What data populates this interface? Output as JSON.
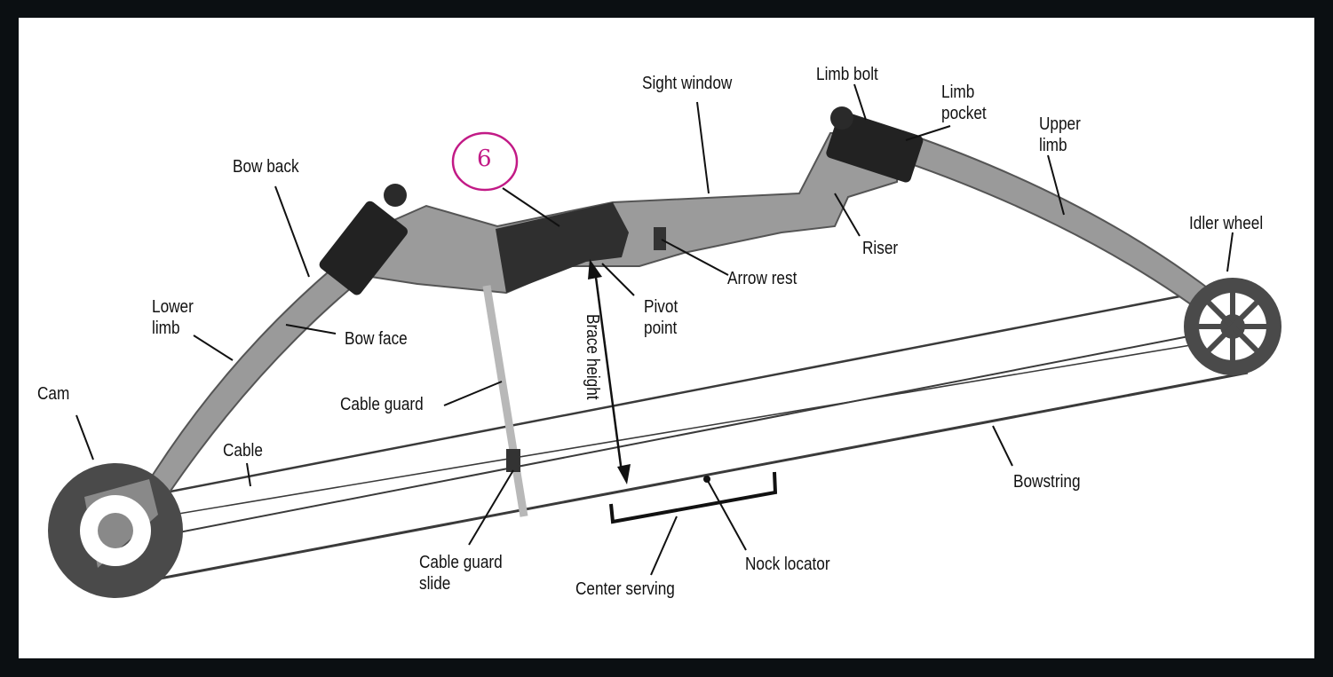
{
  "diagram": {
    "labels": {
      "sight_window": "Sight window",
      "limb_bolt": "Limb bolt",
      "limb_pocket": "Limb\npocket",
      "upper_limb": "Upper\nlimb",
      "bow_back": "Bow back",
      "idler_wheel": "Idler wheel",
      "riser": "Riser",
      "arrow_rest": "Arrow rest",
      "pivot_point": "Pivot\npoint",
      "lower_limb": "Lower\nlimb",
      "bow_face": "Bow face",
      "cam": "Cam",
      "cable_guard": "Cable guard",
      "brace_height": "Brace height",
      "cable": "Cable",
      "bowstring": "Bowstring",
      "cable_guard_slide": "Cable guard\nslide",
      "center_serving": "Center serving",
      "nock_locator": "Nock locator"
    },
    "handwritten_mark": "6",
    "colors": {
      "annotation_pink": "#c21a86",
      "frame": "#0b0f12",
      "riser_gray": "#8c8c8c",
      "grip_dark": "#2a2a2a"
    }
  }
}
